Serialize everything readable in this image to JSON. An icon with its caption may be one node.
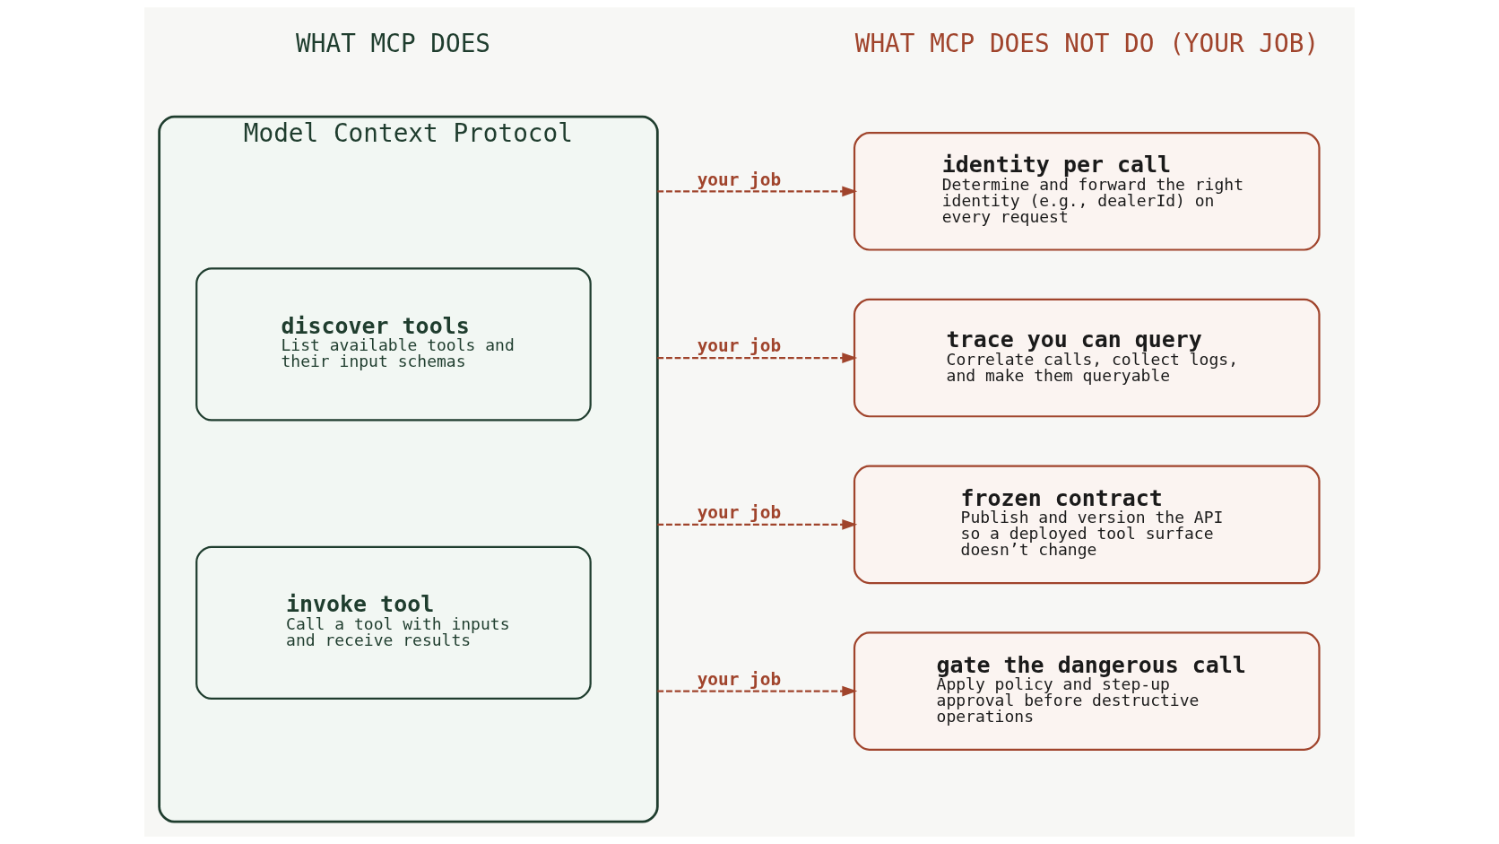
{
  "diagram": {
    "nodes": [
      {
        "text": [
          "Model Context Protocol"
        ]
      },
      {
        "text": [
          "discover tools",
          "List available tools and their input schemas"
        ],
        "in": 0
      },
      {
        "text": [
          "invoke tool",
          "Call a tool with inputs and receive results"
        ],
        "in": 0
      },
      {
        "text": [
          "identity per call",
          "Determine and forward the right identity (e.g., dealerId) on every request"
        ]
      },
      {
        "text": [
          "trace you can query",
          "Correlate calls, collect logs, and make them queryable"
        ]
      },
      {
        "text": [
          "frozen contract",
          "Publish and version the API so a deployed tool surface doesn’t change"
        ]
      },
      {
        "text": [
          "gate the dangerous call",
          "Apply policy and step-up approval before destructive operations"
        ]
      }
    ],
    "edges": [
      {
        "from": 0,
        "to": 3,
        "arrow": "to",
        "label": "your job",
        "style": "dashed"
      },
      {
        "from": 0,
        "to": 4,
        "arrow": "to",
        "label": "your job",
        "style": "dashed"
      },
      {
        "from": 0,
        "to": 5,
        "arrow": "to",
        "label": "your job",
        "style": "dashed"
      },
      {
        "from": 0,
        "to": 6,
        "arrow": "to",
        "label": "your job",
        "style": "dashed"
      }
    ],
    "labels": [
      "WHAT MCP DOES",
      "WHAT MCP DOES NOT DO (YOUR JOB)"
    ]
  }
}
